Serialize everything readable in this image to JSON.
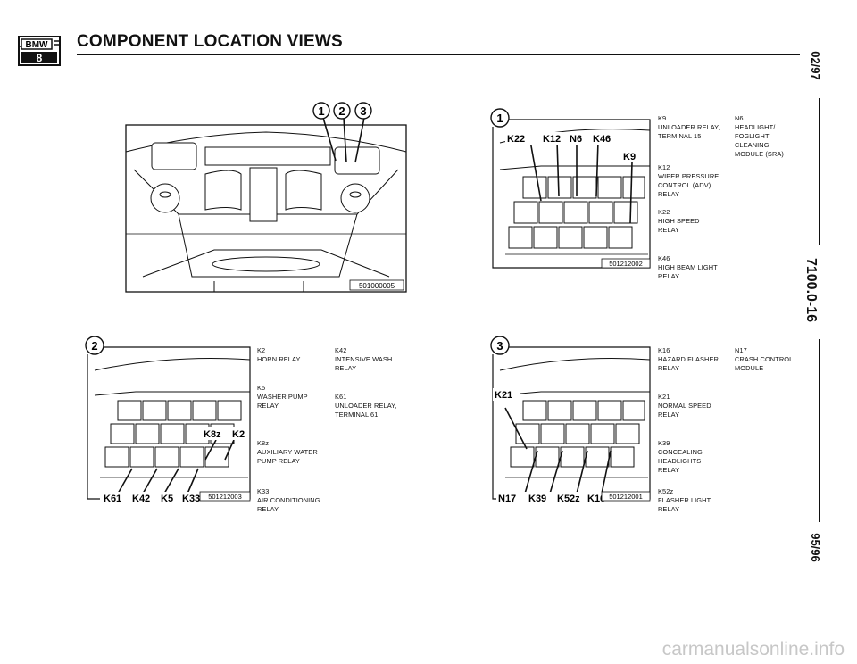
{
  "header": {
    "logo_text": "BMW",
    "logo_sub": "8",
    "title": "COMPONENT LOCATION VIEWS"
  },
  "side": {
    "top": "02/97",
    "middle": "7100.0-16",
    "bottom": "95/96"
  },
  "engine_view": {
    "callouts": [
      "1",
      "2",
      "3"
    ],
    "ref": "501000005"
  },
  "diagram1": {
    "number": "1",
    "labels": [
      "K22",
      "K12",
      "N6",
      "K46",
      "K9"
    ],
    "ref": "501212002",
    "legend_col1": [
      {
        "code": "K9",
        "desc": "UNLOADER RELAY,\nTERMINAL 15"
      },
      {
        "code": "K12",
        "desc": "WIPER PRESSURE\nCONTROL (ADV)\nRELAY"
      },
      {
        "code": "K22",
        "desc": "HIGH SPEED\nRELAY"
      },
      {
        "code": "K46",
        "desc": "HIGH BEAM LIGHT\nRELAY"
      }
    ],
    "legend_col2": [
      {
        "code": "N6",
        "desc": "HEADLIGHT/\nFOGLIGHT\nCLEANING\nMODULE (SRA)"
      }
    ]
  },
  "diagram2": {
    "number": "2",
    "labels": [
      "K8z",
      "K2",
      "K61",
      "K42",
      "K5",
      "K33"
    ],
    "ref": "501212003",
    "legend_col1": [
      {
        "code": "K2",
        "desc": "HORN RELAY"
      },
      {
        "code": "K5",
        "desc": "WASHER PUMP\nRELAY"
      },
      {
        "code": "K8z",
        "desc": "AUXILIARY WATER\nPUMP RELAY"
      },
      {
        "code": "K33",
        "desc": "AIR CONDITIONING\nRELAY"
      }
    ],
    "legend_col2": [
      {
        "code": "K42",
        "desc": "INTENSIVE WASH\nRELAY"
      },
      {
        "code": "K61",
        "desc": "UNLOADER RELAY,\nTERMINAL 61"
      }
    ]
  },
  "diagram3": {
    "number": "3",
    "labels": [
      "K21",
      "N17",
      "K39",
      "K52z",
      "K16"
    ],
    "ref": "501212001",
    "legend_col1": [
      {
        "code": "K16",
        "desc": "HAZARD FLASHER\nRELAY"
      },
      {
        "code": "K21",
        "desc": "NORMAL SPEED\nRELAY"
      },
      {
        "code": "K39",
        "desc": "CONCEALING\nHEADLIGHTS\nRELAY"
      },
      {
        "code": "K52z",
        "desc": "FLASHER LIGHT\nRELAY"
      }
    ],
    "legend_col2": [
      {
        "code": "N17",
        "desc": "CRASH CONTROL\nMODULE"
      }
    ]
  },
  "watermark": "carmanualsonline.info"
}
